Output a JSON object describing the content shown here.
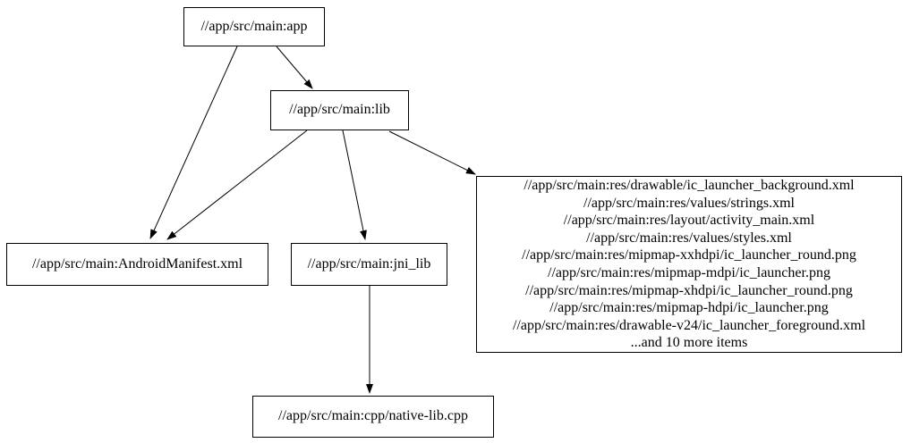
{
  "diagram": {
    "type": "dependency-graph",
    "background_color": "#ffffff",
    "node_border_color": "#000000",
    "node_fill_color": "#ffffff",
    "text_color": "#000000",
    "edge_color": "#000000",
    "nodes": {
      "app": {
        "label": "//app/src/main:app"
      },
      "lib": {
        "label": "//app/src/main:lib"
      },
      "manifest": {
        "label": "//app/src/main:AndroidManifest.xml"
      },
      "jni_lib": {
        "label": "//app/src/main:jni_lib"
      },
      "res": {
        "lines": [
          "//app/src/main:res/drawable/ic_launcher_background.xml",
          "//app/src/main:res/values/strings.xml",
          "//app/src/main:res/layout/activity_main.xml",
          "//app/src/main:res/values/styles.xml",
          "//app/src/main:res/mipmap-xxhdpi/ic_launcher_round.png",
          "//app/src/main:res/mipmap-mdpi/ic_launcher.png",
          "//app/src/main:res/mipmap-xhdpi/ic_launcher_round.png",
          "//app/src/main:res/mipmap-hdpi/ic_launcher.png",
          "//app/src/main:res/drawable-v24/ic_launcher_foreground.xml",
          "...and 10 more items"
        ]
      },
      "native_lib": {
        "label": "//app/src/main:cpp/native-lib.cpp"
      }
    },
    "edges": [
      {
        "from": "//app/src/main:app",
        "to": "//app/src/main:AndroidManifest.xml"
      },
      {
        "from": "//app/src/main:app",
        "to": "//app/src/main:lib"
      },
      {
        "from": "//app/src/main:lib",
        "to": "//app/src/main:AndroidManifest.xml"
      },
      {
        "from": "//app/src/main:lib",
        "to": "//app/src/main:jni_lib"
      },
      {
        "from": "//app/src/main:lib",
        "to": "res-file-group"
      },
      {
        "from": "//app/src/main:jni_lib",
        "to": "//app/src/main:cpp/native-lib.cpp"
      }
    ]
  }
}
